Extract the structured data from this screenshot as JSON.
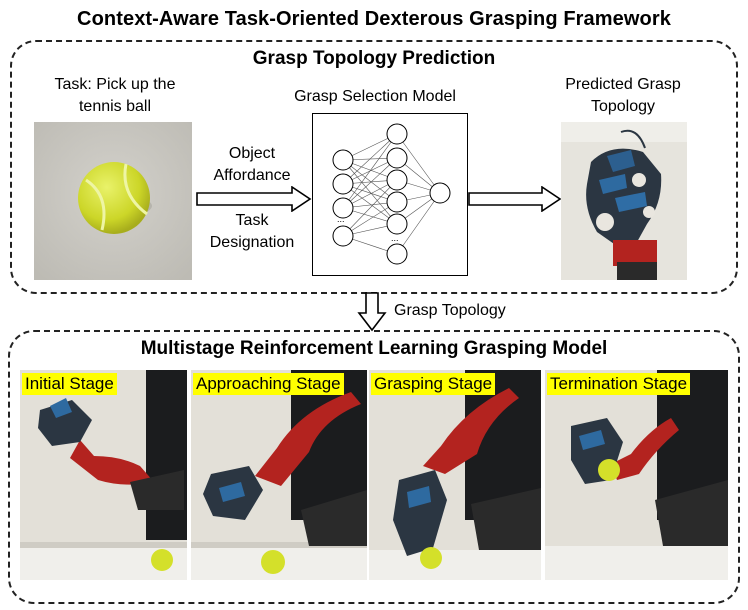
{
  "title": "Context-Aware Task-Oriented  Dexterous Grasping Framework",
  "top_panel": {
    "title": "Grasp Topology Prediction",
    "task_label_line1": "Task: Pick up the",
    "task_label_line2": "tennis ball",
    "model_label": "Grasp Selection Model",
    "arrow_top_line1": "Object",
    "arrow_top_line2": "Affordance",
    "arrow_bottom_line1": "Task",
    "arrow_bottom_line2": "Designation",
    "prediction_line1": "Predicted Grasp",
    "prediction_line2": "Topology",
    "nn_ellipsis": "..."
  },
  "connector_label": "Grasp Topology",
  "bottom_panel": {
    "title": "Multistage Reinforcement Learning Grasping Model",
    "stages": [
      {
        "label": "Initial Stage"
      },
      {
        "label": "Approaching Stage"
      },
      {
        "label": "Grasping Stage"
      },
      {
        "label": "Termination Stage"
      }
    ]
  },
  "colors": {
    "highlight": "#ffff00",
    "robot_red": "#b3231f",
    "ball": "#d4e02a",
    "wall": "#e7e4dc",
    "window": "#1b1c1e"
  }
}
